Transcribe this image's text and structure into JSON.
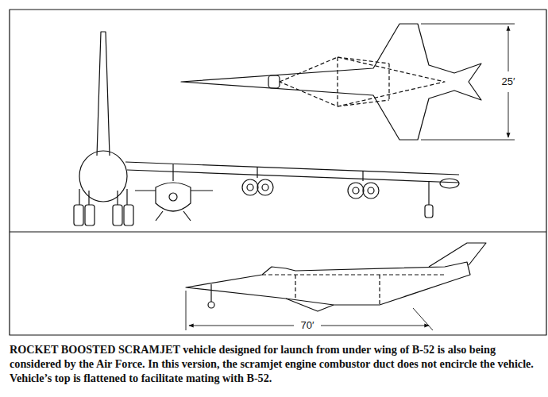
{
  "diagram": {
    "caption": "ROCKET BOOSTED SCRAMJET vehicle designed for launch from under wing of B-52 is also being considered by the Air Force. In this version, the scramjet engine combustor duct does not encircle the vehicle. Vehicle’s top is flattened to facilitate mating with B-52.",
    "labels": [
      "25′",
      "70′"
    ]
  }
}
